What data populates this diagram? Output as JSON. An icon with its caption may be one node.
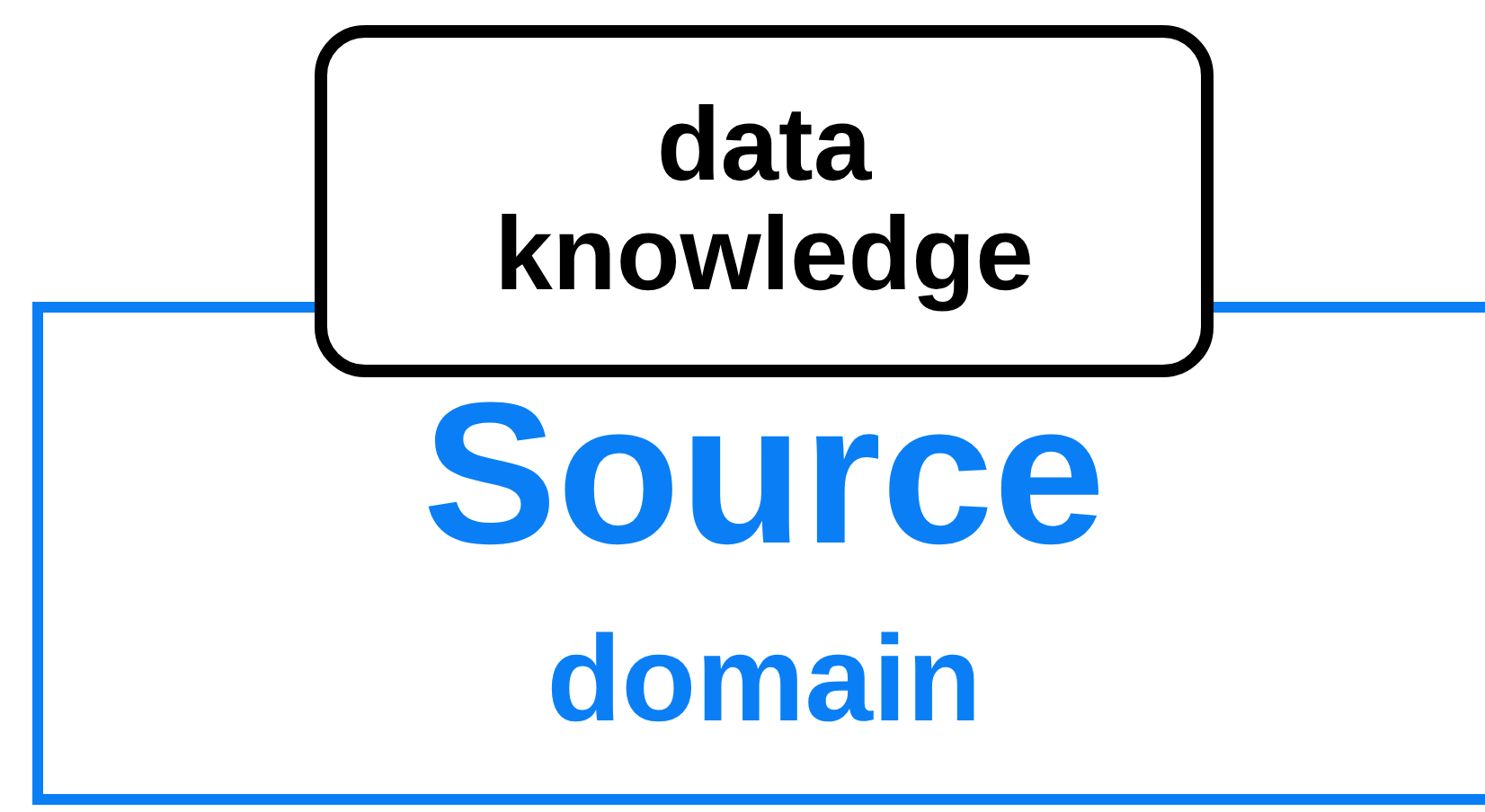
{
  "diagram": {
    "nodes": [
      {
        "text": [
          "Source",
          "domain"
        ]
      },
      {
        "text": [
          "data knowledge"
        ]
      }
    ]
  }
}
